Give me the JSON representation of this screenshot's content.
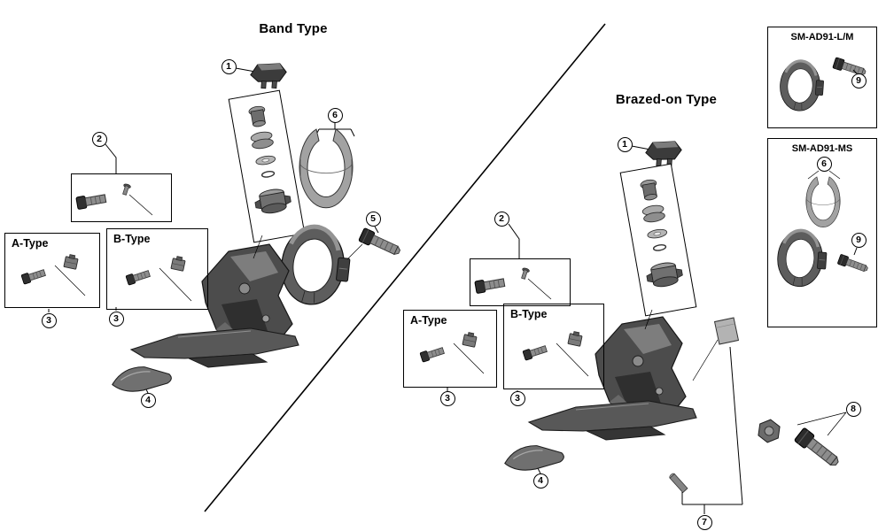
{
  "titles": {
    "band": "Band Type",
    "brazed": "Brazed-on Type"
  },
  "panels": {
    "a_type": "A-Type",
    "b_type": "B-Type"
  },
  "inserts": {
    "lm": {
      "title": "SM-AD91-L/M",
      "callout_9": "9"
    },
    "ms": {
      "title": "SM-AD91-MS",
      "callout_6": "6",
      "callout_9": "9"
    }
  },
  "callouts": {
    "band": {
      "c1": "1",
      "c2": "2",
      "c3a": "3",
      "c3b": "3",
      "c4": "4",
      "c5": "5",
      "c6": "6"
    },
    "brazed": {
      "c1": "1",
      "c2": "2",
      "c3a": "3",
      "c3b": "3",
      "c4": "4",
      "c7": "7",
      "c8": "8"
    }
  },
  "colors": {
    "line": "#000000",
    "part_dark": "#3a3a3a",
    "part_mid": "#6e6e6e",
    "part_light": "#a2a2a2",
    "background": "#ffffff"
  }
}
